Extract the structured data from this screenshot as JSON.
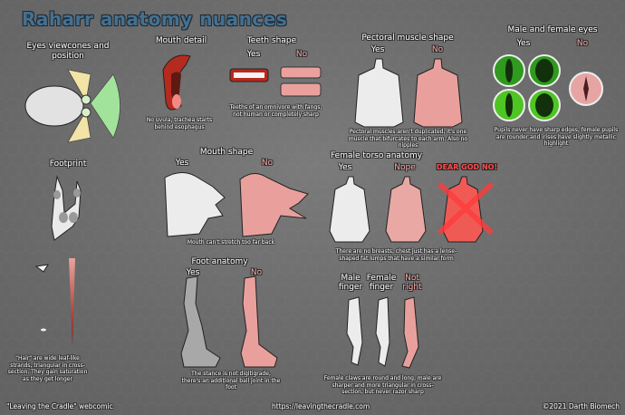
{
  "title": "Raharr anatomy nuances",
  "colors": {
    "yes": "#ececec",
    "no": "#e9a09c",
    "accent_title": "#46708f",
    "dear_god": "#ff4d4d"
  },
  "sections": {
    "eyes_viewcones": {
      "label": "Eyes viewcones and position"
    },
    "mouth_detail": {
      "label": "Mouth detail",
      "caption": "No uvula, trachea starts behind esophagus"
    },
    "teeth_shape": {
      "label": "Teeth shape",
      "yes": "Yes",
      "no": "No",
      "caption": "Teeths of an omnivore with fangs, not human or completely sharp"
    },
    "pectoral": {
      "label": "Pectoral muscle shape",
      "yes": "Yes",
      "no": "No",
      "caption": "Pectoral muscles aren't duplicated, it's one muscle that bifurcates to each arm. Also no nipples"
    },
    "eyes_mf": {
      "label": "Male and female eyes",
      "yes": "Yes",
      "no": "No",
      "caption": "Pupils never have sharp edges, female pupils are rounder and irises have slightly metallic highlight"
    },
    "footprint": {
      "label": "Footprint"
    },
    "hair": {
      "caption": "\"Hair\" are wide leaf-like strands, triangular in cross-section. They gain saturation as they get longer"
    },
    "mouth_shape": {
      "label": "Mouth shape",
      "yes": "Yes",
      "no": "No",
      "caption": "Mouth can't stretch too far back"
    },
    "female_torso": {
      "label": "Female torso anatomy",
      "yes": "Yes",
      "nope": "Nope",
      "dear_god": "DEAR GOD NO!",
      "caption": "There are no breasts, chest just has a lense-shaped fat lumps that have a similar form"
    },
    "foot_anatomy": {
      "label": "Foot anatomy",
      "yes": "Yes",
      "no": "No",
      "caption": "The stance is not digitigrade, there's an additional ball joint in the foot"
    },
    "fingers": {
      "male": "Male finger",
      "female": "Female finger",
      "not_right": "Not right",
      "caption": "Female claws are round and long, male are sharper and more triangular in cross-section, but never razor sharp"
    }
  },
  "footer": {
    "left": "\"Leaving the Cradle\" webcomic",
    "center": "https://leavingthecradle.com",
    "right": "©2021 Darth Biomech"
  }
}
